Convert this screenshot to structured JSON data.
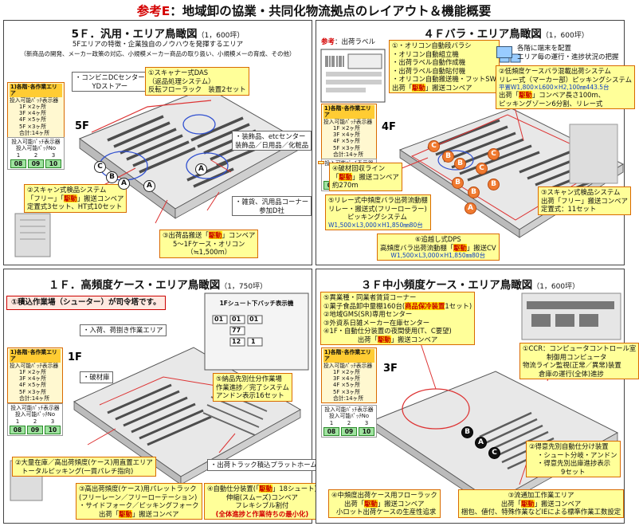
{
  "title": {
    "prefix": "参考E",
    "text": "：地域卸の協業・共同化物流拠点のレイアウト＆機能概要"
  },
  "legend": {
    "title": "1)各階･各作業エリア",
    "subtitle": "投入可能ﾊﾟｯﾁ表示器",
    "rows": [
      "1F ×2ヶ所",
      "3F ×4ヶ所",
      "4F ×5ヶ所",
      "5F ×3ヶ所"
    ],
    "total": "合計:14ヶ所"
  },
  "counter": {
    "title": "投入可能ﾊﾟｯﾁ表示器",
    "label": "投入可能ﾊﾟｯﾁNo",
    "cols": [
      "1",
      "2",
      "3"
    ],
    "vals": [
      "08",
      "09",
      "10"
    ]
  },
  "p5": {
    "title": "5Ｆ．汎用・エリア鳥瞰図",
    "size": "（1，600坪）",
    "desc1": "5Fエリアの特徴・企業独自のノウハウを発揮するエリア",
    "desc2": "（新商品の開発、メーカー政策の対応、小規模メーカー商品の取り扱い、小規模メーの育成、その他）",
    "floor": "5F",
    "box_dc": [
      "・コンビニDCセンター",
      "YDストアー"
    ],
    "box1": [
      "①スキャナー式DAS",
      "（返品処理システム）",
      "反転フローラック　装置2セット"
    ],
    "box_deco": [
      "・装飾品、etcセンター",
      "装飾品／日用品／化粧品"
    ],
    "box2": [
      "②スキャン式検品システム",
      "「フリー」「",
      "駆動",
      "」搬送コンベア",
      "定置式3セット、HT式10セット"
    ],
    "box_misc": [
      "・雑貨、汎用品コーナー",
      "参加D社"
    ],
    "box3": [
      "③出荷品搬送「",
      "駆動",
      "」コンベア",
      "5～1Fケース・オリコン",
      "（≒1,500m）"
    ]
  },
  "p4": {
    "title": "４Ｆバラ・エリア鳥瞰図",
    "size": "（1，600坪）",
    "ref_label": "参考",
    "ref_text": "：出荷ラベル",
    "box1": [
      "①・オリコン自動段バラシ",
      "・オリコン自動組立機",
      "・出荷ラベル自動作成機",
      "・出荷ラベル自動貼付機",
      "・オリコン自動搬送機・フットSW",
      "出荷「",
      "駆動",
      "」搬送コンベア"
    ],
    "note": [
      "各階に端末を配置",
      "エリア毎の運行・進捗状況の把握"
    ],
    "box2": [
      "②低頻度ケースバラ混載出荷システム",
      "リレー式（マーカー部）ピッキングシステム",
      "平置W1,800×L600×H2,100㎜443.5台",
      "出荷「",
      "駆動",
      "」コンベア長さ100m、",
      "ピッキングゾーン6分割、リレー式"
    ],
    "floor": "4F",
    "box4": [
      "④破材回収ライン",
      "「",
      "駆動",
      "」搬送コンベア",
      "約270m"
    ],
    "box3": [
      "③スキャン式検品システム",
      "出荷「フリー」搬送コンベア",
      "定置式：11セット"
    ],
    "box5": [
      "⑤リレー式中頻度バラ出荷流動棚",
      "リレー・搬送式(フリーローラー)",
      "ピッキングシステム",
      "W1,500×L3,000×H1,850㎜80台"
    ],
    "box6": [
      "⑥追越し式DPS",
      "高頻度バラ出荷流動棚「",
      "駆動",
      "」搬送CV",
      "W1,500×L3,000×H1,850㎜80台"
    ]
  },
  "p1": {
    "title": "１Ｆ．高頻度ケース・エリア鳥瞰図",
    "size": "（1，750坪）",
    "box1": "①積込作業場（シューター）が司令塔です。",
    "batch_title": "1Fシュート下バッチ表示機",
    "batch_vals": [
      "01",
      "01",
      "01",
      "77",
      "12",
      "1"
    ],
    "box_in": "・入荷、荷捌き作業エリア",
    "floor": "1F",
    "box_damage": "・破材庫",
    "box5": [
      "⑤納品先別仕分作業場",
      "作業進捗／完了システム",
      "アンドン表示16セット"
    ],
    "box2": [
      "②大量在庫／高出荷頻度(ケース)用直置エリア",
      "トータルピッキング(一貫パレチ指向)"
    ],
    "box_truck": "・出荷トラック積込プラットホーム",
    "box3": [
      "③高出荷頻度(ケース)用パレットラック",
      "(フリーレーン／フリーローテーション)",
      "・サイドフォーク／ピッキングフォーク",
      "出荷「",
      "駆動",
      "」搬送コンベア"
    ],
    "box4": [
      "④自動仕分装置(「",
      "駆動",
      "」18シュート)",
      "伸縮(スムーズ)コンベア",
      "フレキシブル割付",
      "(全体進捗と作業待ちの最小化)"
    ]
  },
  "p3": {
    "title": "３Ｆ中小頻度ケース・エリア鳥瞰図",
    "size": "（1，600坪）",
    "box5": [
      "⑤異業種・同業者賃貸コーナー",
      "①菓子食品卸中量棚160台(",
      "商品保冷装置",
      "1セット)",
      "②地域GMS(SR)専用センター",
      "③外資系日雑メーカー在庫センター",
      "④1F・自動仕分装置の夜間使用(T、C要望)",
      "出荷「",
      "駆動",
      "」搬送コンベア"
    ],
    "box1": [
      "①CCR：コンピュータコントロール室",
      "制御用コンピュータ",
      "物流ライン監視(正常／異常)装置",
      "倉庫の運行(全体)進捗"
    ],
    "floor": "3F",
    "box2": [
      "②得意先別自動仕分け装置",
      "・シュート分岐・アンドン",
      "・得意先別出庫進捗表示",
      "9セット"
    ],
    "box4": [
      "④中頻度出荷ケース用フローラック",
      "出荷「",
      "駆動",
      "」搬送コンベア",
      "小ロット出荷ケースの生産性追求"
    ],
    "box3": [
      "③流通加工作業エリア",
      "出荷「",
      "駆動",
      "」搬送コンベア",
      "梱包、値付、特殊作業などIEによる標準作業工数設定"
    ]
  },
  "markers": {
    "A": "A",
    "B": "B",
    "C": "C"
  },
  "colors": {
    "accent": "#d40000",
    "box_fill": "#ffff99",
    "box_border": "#d96a00",
    "highlight": "#ffe000"
  }
}
